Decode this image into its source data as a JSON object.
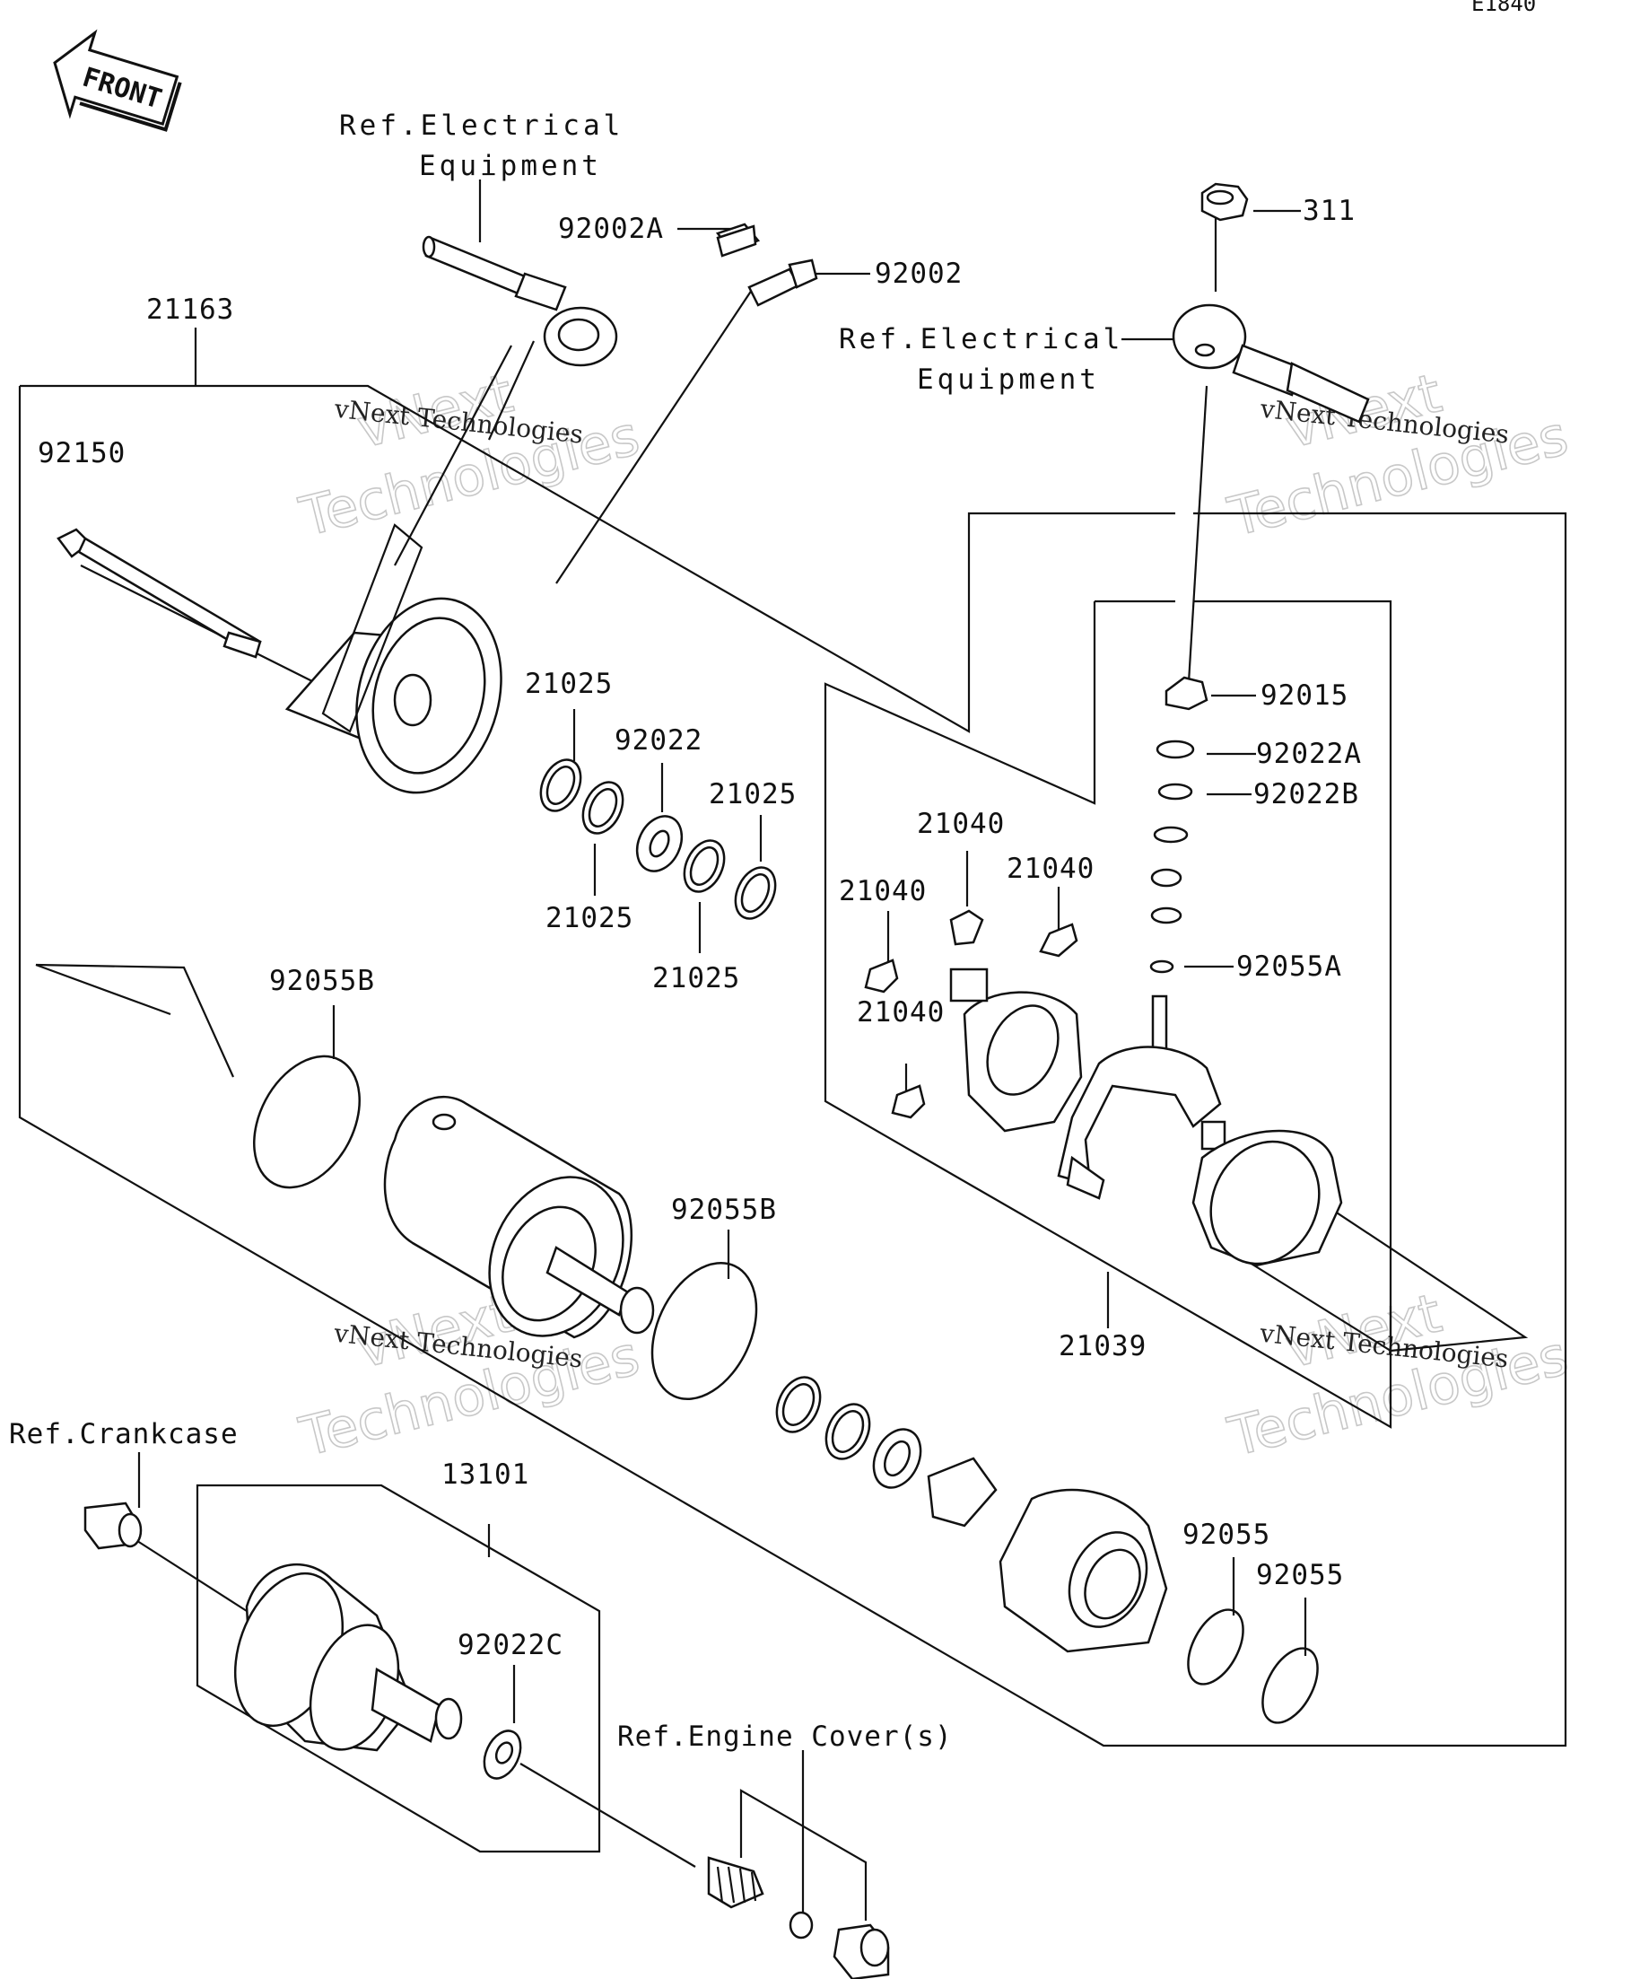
{
  "diagram_code": "E1840",
  "front_label": "FRONT",
  "refs": {
    "electrical_top": [
      "Ref.Electrical",
      "Equipment"
    ],
    "electrical_right": [
      "Ref.Electrical",
      "Equipment"
    ],
    "crankcase": "Ref.Crankcase",
    "engine_cover": "Ref.Engine Cover(s)"
  },
  "parts": {
    "p311": "311",
    "p92002A": "92002A",
    "p92002": "92002",
    "p21163": "21163",
    "p92150": "92150",
    "p21025_a": "21025",
    "p92022": "92022",
    "p21025_b": "21025",
    "p21025_c": "21025",
    "p21025_d": "21025",
    "p92015": "92015",
    "p92022A": "92022A",
    "p92022B": "92022B",
    "p21040_a": "21040",
    "p21040_b": "21040",
    "p21040_c": "21040",
    "p21040_d": "21040",
    "p92055A": "92055A",
    "p92055B_a": "92055B",
    "p92055B_b": "92055B",
    "p21039": "21039",
    "p13101": "13101",
    "p92022C": "92022C",
    "p92055_a": "92055",
    "p92055_b": "92055"
  },
  "watermark": {
    "line1": "vNext Technologies",
    "big1": "vNext",
    "big2": "Technologies"
  }
}
